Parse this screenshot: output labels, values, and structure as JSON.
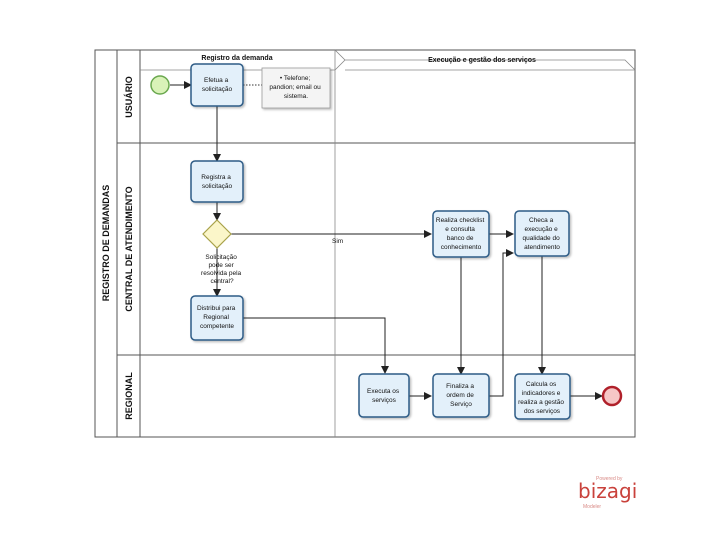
{
  "pool": {
    "title": "REGISTRO DE DEMANDAS"
  },
  "phases": [
    {
      "label": "Registro da demanda"
    },
    {
      "label": "Execução e gestão dos serviços"
    }
  ],
  "lanes": [
    {
      "label": "USUÁRIO"
    },
    {
      "label": "CENTRAL DE ATENDIMENTO"
    },
    {
      "label": "REGIONAL"
    }
  ],
  "tasks": {
    "efetua": [
      "Efetua a",
      "solicitação"
    ],
    "registra": [
      "Registra a",
      "solicitação"
    ],
    "distribui": [
      "Distribui para",
      "Regional",
      "competente"
    ],
    "realiza": [
      "Realiza checklist",
      "e consulta",
      "banco de",
      "conhecimento"
    ],
    "checa": [
      "Checa a",
      "execução e",
      "qualidade do",
      "atendimento"
    ],
    "executa": [
      "Executa os",
      "serviços"
    ],
    "finaliza": [
      "Finaliza a",
      "ordem de",
      "Serviço"
    ],
    "calcula": [
      "Calcula os",
      "indicadores e",
      "realiza a gestão",
      "dos serviços"
    ]
  },
  "annotation": [
    "• Telefone;",
    "pandion; email ou",
    "sistema."
  ],
  "gateway": {
    "question": [
      "Solicitação",
      "pode ser",
      "resolvida pela",
      "central?"
    ]
  },
  "flows": {
    "sim_label": "Sim"
  },
  "branding": {
    "powered": "Powered by",
    "name": "bizagi",
    "product": "Modeler"
  },
  "colors": {
    "task_fill": "#e3f0fa",
    "task_stroke": "#2d5b86",
    "start_fill": "#d9f2b8",
    "start_stroke": "#6aa84f",
    "end_fill": "#f6c6c6",
    "end_stroke": "#b0202a",
    "gateway_fill": "#fbf6c9",
    "gateway_stroke": "#a9a24a",
    "brand": "#c9413b"
  }
}
